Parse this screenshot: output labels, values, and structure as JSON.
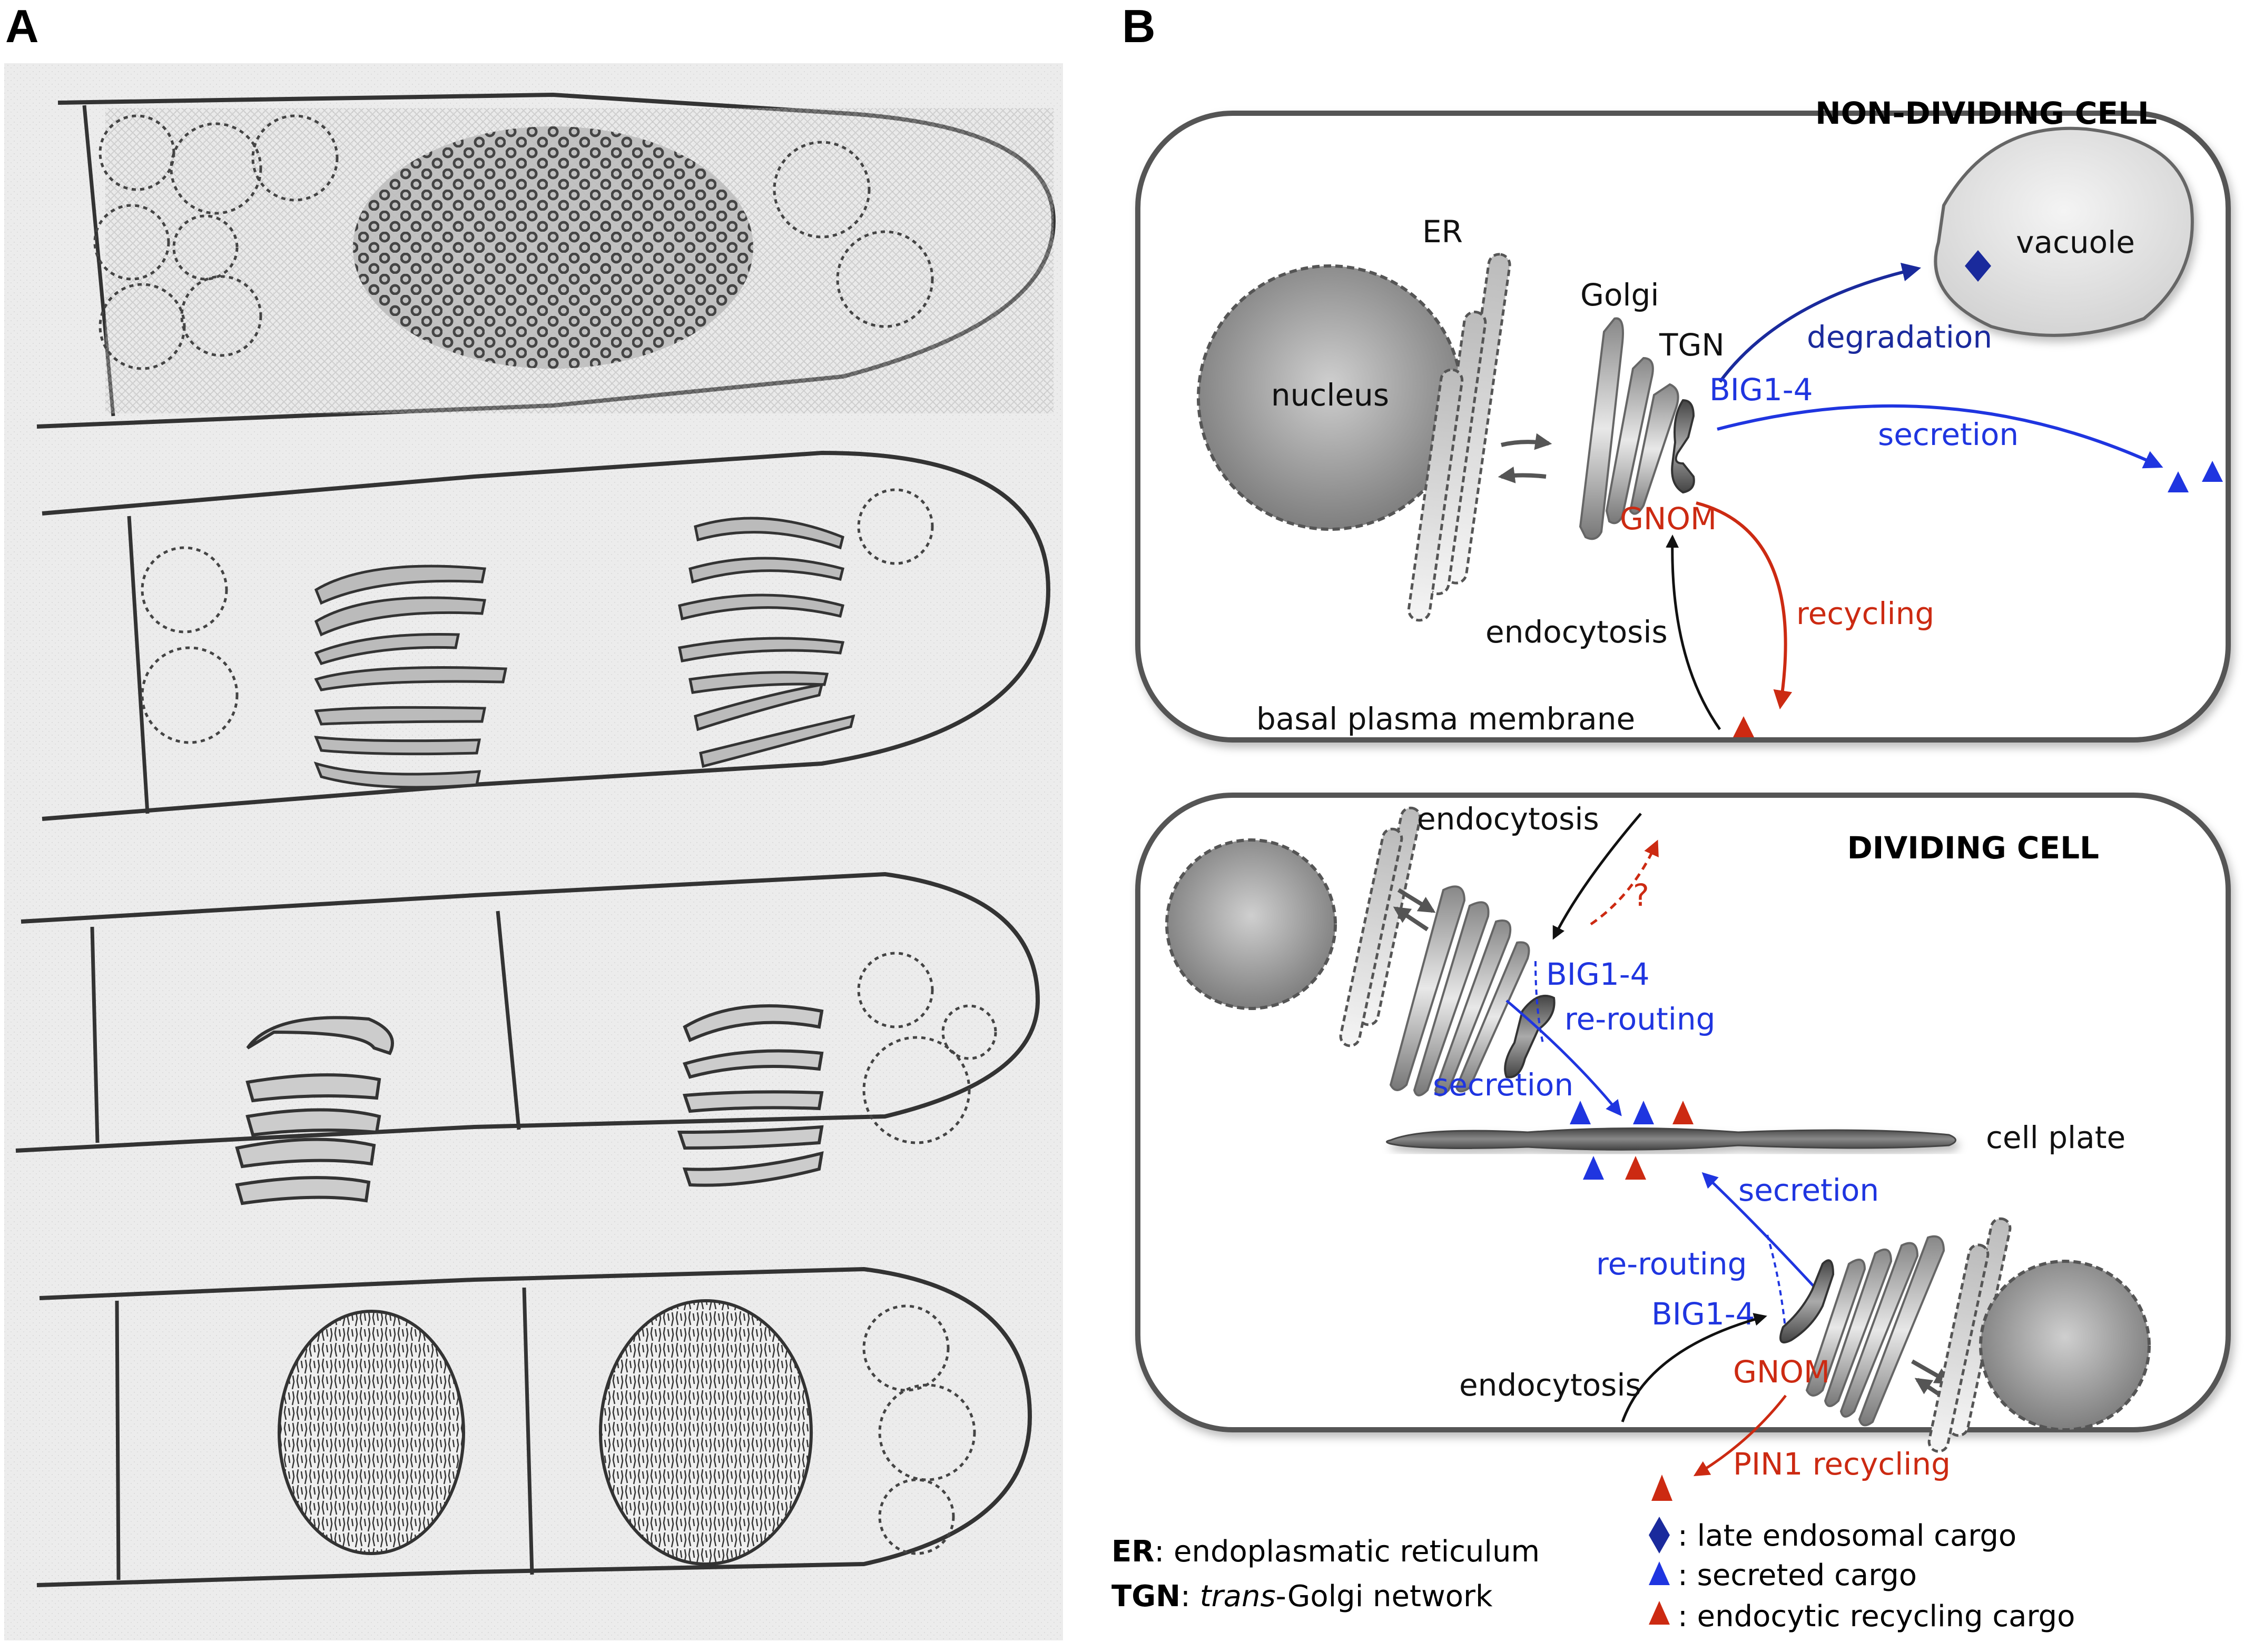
{
  "figure": {
    "panel_a": {
      "label": "A",
      "drawings": [
        {
          "name": "non-dividing-root-cell",
          "content": "dense cytoplasm with vacuoles"
        },
        {
          "name": "anaphase-cell",
          "content": "separating chromosome sets"
        },
        {
          "name": "telophase-cell",
          "content": "chromosome groups with forming cell plate"
        },
        {
          "name": "daughter-cells",
          "content": "two daughter nuclei separated by cell wall"
        }
      ]
    },
    "panel_b": {
      "label": "B",
      "non_dividing": {
        "title": "NON-DIVIDING CELL",
        "nucleus": "nucleus",
        "er": "ER",
        "golgi": "Golgi",
        "tgn": "TGN",
        "vacuole": "vacuole",
        "degradation": "degradation",
        "big": "BIG1-4",
        "secretion": "secretion",
        "gnom": "GNOM",
        "recycling": "recycling",
        "endocytosis": "endocytosis",
        "membrane": "basal plasma membrane"
      },
      "dividing": {
        "title": "DIVIDING CELL",
        "endocytosis_top": "endocytosis",
        "question": "?",
        "big_top": "BIG1-4",
        "rerouting_top": "re-routing",
        "secretion_top": "secretion",
        "cell_plate": "cell plate",
        "secretion_bottom": "secretion",
        "rerouting_bottom": "re-routing",
        "big_bottom": "BIG1-4",
        "endocytosis_bottom": "endocytosis",
        "gnom": "GNOM",
        "pin1": "PIN1 recycling"
      },
      "legend": {
        "er_abbr": "ER",
        "er_text": ": endoplasmatic reticulum",
        "tgn_abbr": "TGN",
        "tgn_italic": "trans",
        "tgn_text": "-Golgi network",
        "late": ": late endosomal cargo",
        "secreted": ": secreted cargo",
        "recycling_cargo": ": endocytic recycling cargo"
      }
    }
  },
  "colors": {
    "dark_blue": "#1a2a9c",
    "blue": "#1f35e0",
    "red": "#cc2a12",
    "gray_outline": "#555555"
  }
}
